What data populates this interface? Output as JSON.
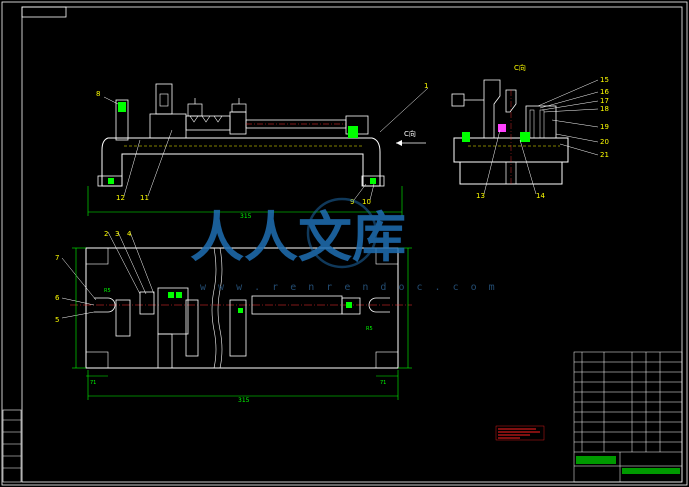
{
  "views": {
    "section_label": "C向",
    "arrow_label": "C向"
  },
  "balloons": {
    "b1": "1",
    "b2": "2",
    "b3": "3",
    "b4": "4",
    "b5": "5",
    "b6": "6",
    "b7": "7",
    "b8": "8",
    "b9": "9",
    "b10": "10",
    "b11": "11",
    "b12": "12",
    "b13": "13",
    "b14": "14",
    "b15": "15",
    "b16": "16",
    "b17": "17",
    "b18": "18",
    "b19": "19",
    "b20": "20",
    "b21": "21"
  },
  "dimensions": {
    "front_length": "315",
    "plan_length": "315",
    "dim_a": "71",
    "dim_b": "71",
    "dim_c": "R5",
    "dim_d": "R5"
  },
  "watermark": {
    "brand": "人人文库",
    "url": "w w w . r e n r e n d o c . c o m"
  },
  "colors": {
    "frame": "#ffffff",
    "outline": "#ffffff",
    "part": "#00ffff",
    "hidden": "#ffff00",
    "dimension": "#00ff00",
    "note": "#ff2020",
    "watermark": "#1f6fb3"
  }
}
